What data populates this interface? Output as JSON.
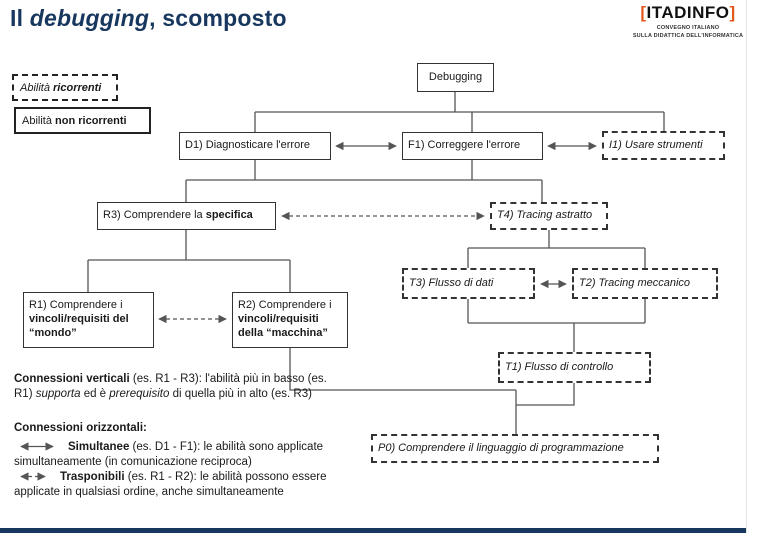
{
  "header": {
    "title_prefix": "Il ",
    "title_italic": "debugging",
    "title_suffix": ", scomposto",
    "logo": {
      "bracket_left": "[",
      "wordmark": "ITADINFO",
      "bracket_right": "]",
      "tagline_line1": "CONVEGNO ITALIANO",
      "tagline_line2": "SULLA DIDATTICA DELL'INFORMATICA",
      "bracket_color": "#e4581c"
    }
  },
  "legend": {
    "recurring": {
      "prefix": "Abilità ",
      "emphasis": "ricorrenti"
    },
    "non_recurring": {
      "prefix": "Abilità ",
      "emphasis": "non ricorrenti"
    }
  },
  "nodes": {
    "debugging": {
      "label": "Debugging",
      "style": "solid"
    },
    "d1": {
      "label": "D1) Diagnosticare l'errore",
      "style": "solid"
    },
    "f1": {
      "label": "F1) Correggere l'errore",
      "style": "solid"
    },
    "i1": {
      "label": "I1) Usare strumenti",
      "style": "dashed"
    },
    "r3": {
      "prefix": "R3) Comprendere la ",
      "bold": "specifica",
      "style": "solid"
    },
    "t4": {
      "label": "T4) Tracing astratto",
      "style": "dashed"
    },
    "t3": {
      "label": "T3) Flusso di dati",
      "style": "dashed"
    },
    "t2": {
      "label": "T2) Tracing meccanico",
      "style": "dashed"
    },
    "r1": {
      "line1": "R1) Comprendere i",
      "line2": "vincoli/requisiti del",
      "line3": "“mondo”",
      "style": "solid"
    },
    "r2": {
      "line1": "R2) Comprendere i",
      "line2": "vincoli/requisiti",
      "line3": "della “macchina”",
      "style": "solid"
    },
    "t1": {
      "label": "T1) Flusso di controllo",
      "style": "dashed"
    },
    "p0": {
      "label": "P0) Comprendere il linguaggio di programmazione",
      "style": "dashed"
    }
  },
  "notes": {
    "vertical": {
      "heading": "Connessioni verticali",
      "part1": " (es. R1 - R3): l'abilità più in basso (es. R1) ",
      "italic1": "supporta",
      "part2": " ed è ",
      "italic2": "prerequisito",
      "part3": " di quella più in alto (es. R3)"
    },
    "horizontal": {
      "heading": "Connessioni orizzontali:",
      "simultaneous": {
        "bold": "Simultanee",
        "text": " (es. D1 - F1): le abilità sono applicate simultaneamente (in comunicazione reciproca)"
      },
      "transposable": {
        "bold": "Trasponibili",
        "text": " (es. R1 - R2): le abilità possono essere applicate in qualsiasi ordine, anche simultaneamente"
      }
    }
  },
  "colors": {
    "title": "#17375e",
    "connector": "#555555",
    "accent": "#e4581c",
    "footer_bar": "#17375e"
  }
}
